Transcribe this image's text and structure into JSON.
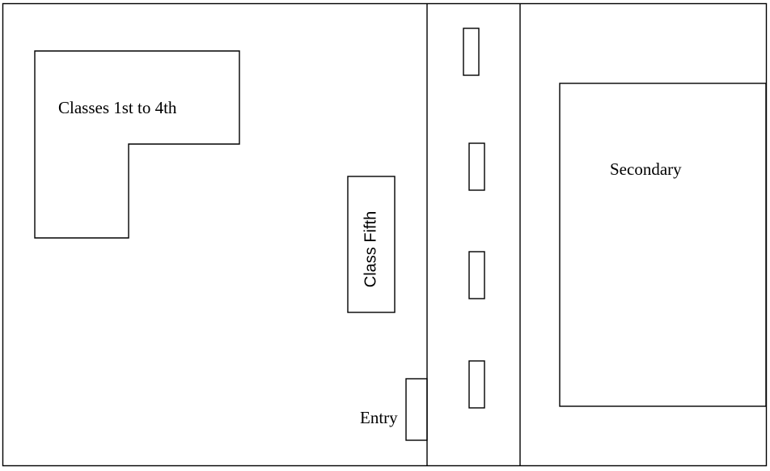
{
  "labels": {
    "classes_1_to_4": "Classes 1st to 4th",
    "class_fifth": "Class Fifth",
    "secondary": "Secondary",
    "entry": "Entry"
  },
  "colors": {
    "stroke": "#000000",
    "background": "#ffffff"
  }
}
